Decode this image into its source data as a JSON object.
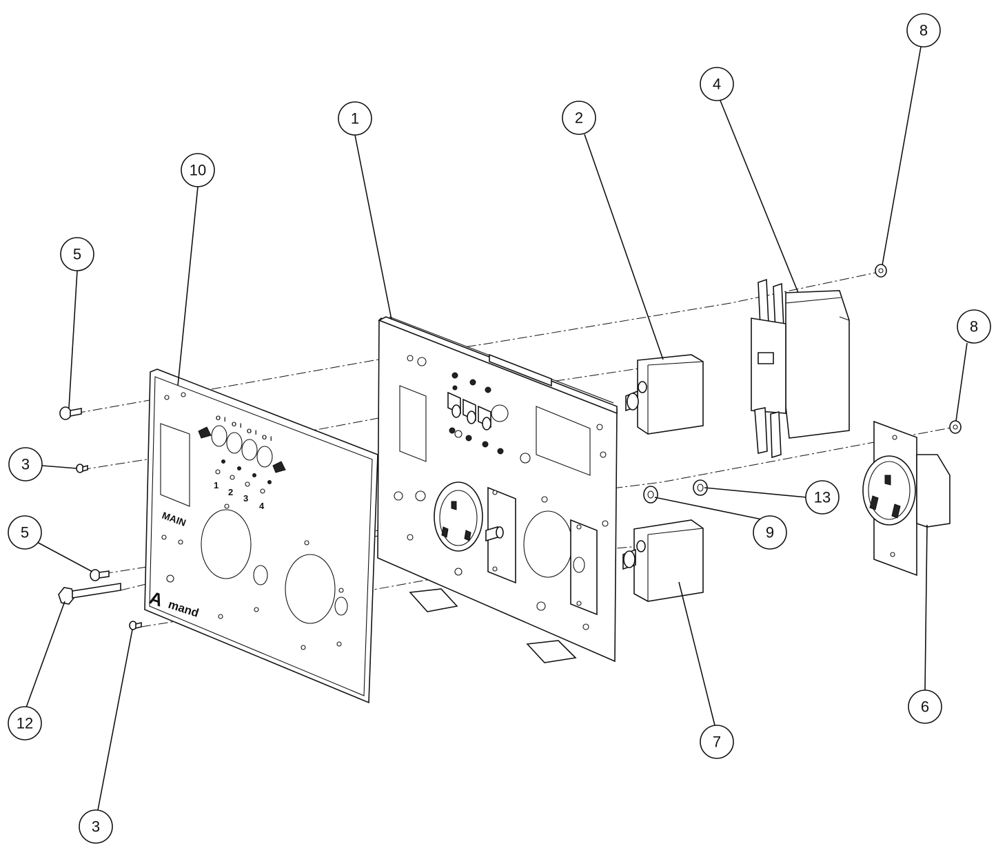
{
  "panel": {
    "label_main": "MAIN",
    "circuit_numbers": [
      "1",
      "2",
      "3",
      "4"
    ],
    "switch_marks": [
      "O",
      "I",
      "O",
      "I",
      "O",
      "I",
      "O",
      "I"
    ],
    "logo_prefix": "A",
    "logo_suffix": "mand"
  },
  "callouts": [
    {
      "id": "1",
      "label": "1"
    },
    {
      "id": "2",
      "label": "2"
    },
    {
      "id": "3a",
      "label": "3"
    },
    {
      "id": "3b",
      "label": "3"
    },
    {
      "id": "4",
      "label": "4"
    },
    {
      "id": "5a",
      "label": "5"
    },
    {
      "id": "5b",
      "label": "5"
    },
    {
      "id": "6",
      "label": "6"
    },
    {
      "id": "7",
      "label": "7"
    },
    {
      "id": "8a",
      "label": "8"
    },
    {
      "id": "8b",
      "label": "8"
    },
    {
      "id": "9",
      "label": "9"
    },
    {
      "id": "10",
      "label": "10"
    },
    {
      "id": "12",
      "label": "12"
    },
    {
      "id": "13",
      "label": "13"
    }
  ]
}
